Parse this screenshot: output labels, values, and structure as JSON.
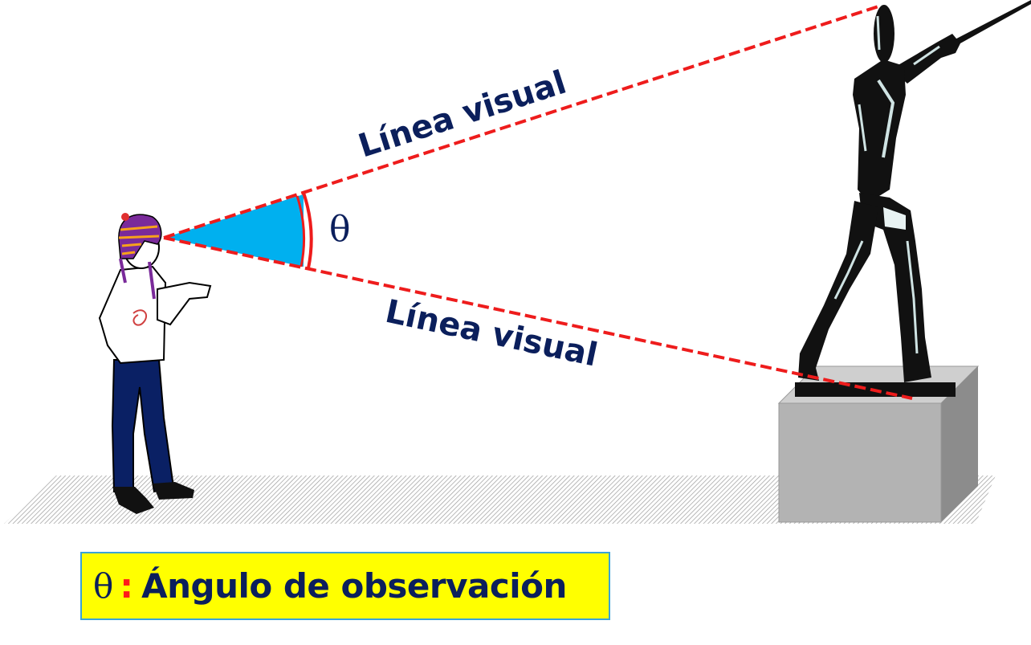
{
  "diagram": {
    "line_of_sight_upper_label": "Línea visual",
    "line_of_sight_lower_label": "Línea visual",
    "angle_symbol": "θ"
  },
  "legend": {
    "symbol": "θ",
    "separator": ":",
    "text": "Ángulo de observación"
  },
  "colors": {
    "sight_line": "#ee1c1c",
    "angle_fill": "#00b0ef",
    "label_text": "#0b1f5c",
    "legend_background": "#ffff00",
    "legend_border": "#3aa3d6",
    "pedestal_front": "#b3b3b3",
    "pedestal_top": "#cfcfcf",
    "pedestal_side": "#8c8c8c",
    "ground_hatch": "#9a9a9a"
  },
  "icons": [
    "observer-figure",
    "fencer-statue",
    "pedestal"
  ]
}
